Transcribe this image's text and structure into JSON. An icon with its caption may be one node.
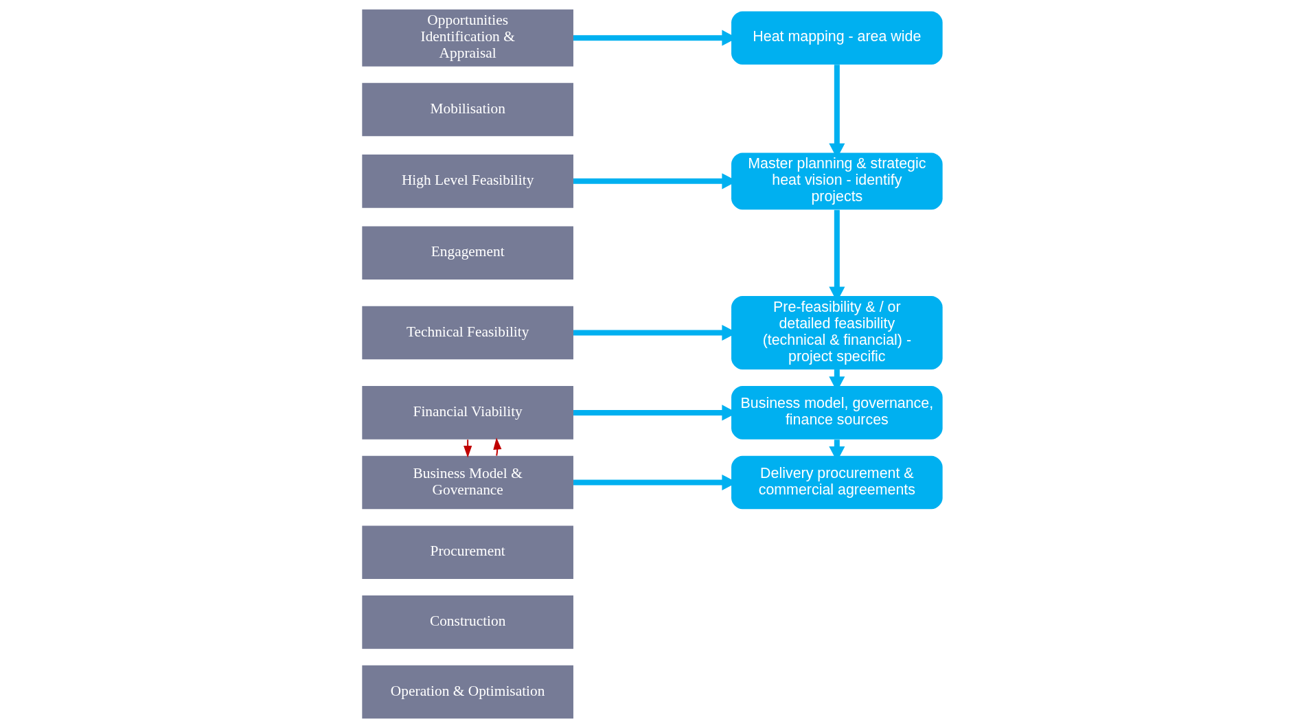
{
  "diagram": {
    "nodes": [
      {
        "text": [
          "Opportunities Identification & Appraisal"
        ]
      },
      {
        "text": [
          "Mobilisation"
        ]
      },
      {
        "text": [
          "High Level Feasibility"
        ]
      },
      {
        "text": [
          "Engagement"
        ]
      },
      {
        "text": [
          "Technical Feasibility"
        ]
      },
      {
        "text": [
          "Financial Viability"
        ]
      },
      {
        "text": [
          "Business Model & Governance"
        ]
      },
      {
        "text": [
          "Procurement"
        ]
      },
      {
        "text": [
          "Construction"
        ]
      },
      {
        "text": [
          "Operation & Optimisation"
        ]
      },
      {
        "text": [
          "Heat mapping - area wide"
        ]
      },
      {
        "text": [
          "Master planning & strategic heat vision - identify projects"
        ]
      },
      {
        "text": [
          "Pre-feasibility & / or detailed feasibility (technical & financial) - project specific"
        ]
      },
      {
        "text": [
          "Business model, governance, finance sources"
        ]
      },
      {
        "text": [
          "Delivery procurement & commercial agreements"
        ]
      }
    ],
    "edges": [
      {
        "from": 0,
        "to": 10,
        "arrow": "to"
      },
      {
        "from": 2,
        "to": 11,
        "arrow": "to"
      },
      {
        "from": 4,
        "to": 12,
        "arrow": "to"
      },
      {
        "from": 5,
        "to": 13,
        "arrow": "to"
      },
      {
        "from": 6,
        "to": 14,
        "arrow": "to"
      },
      {
        "from": 10,
        "to": 11,
        "arrow": "to"
      },
      {
        "from": 11,
        "to": 12,
        "arrow": "to"
      },
      {
        "from": 12,
        "to": 13,
        "arrow": "to"
      },
      {
        "from": 13,
        "to": 14,
        "arrow": "to"
      },
      {
        "from": 5,
        "to": 6,
        "arrow": "to",
        "color": "#c00000"
      },
      {
        "from": 6,
        "to": 5,
        "arrow": "to",
        "color": "#c00000"
      }
    ]
  }
}
